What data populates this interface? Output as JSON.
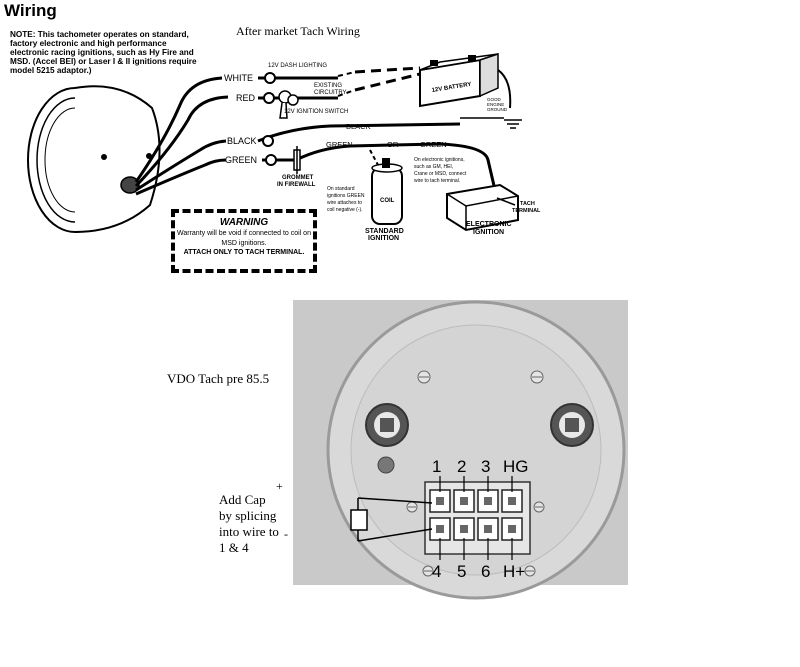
{
  "header": {
    "title": "Wiring",
    "note": "NOTE: This tachometer operates on standard, factory electronic and high performance electronic racing ignitions, such as Hy Fire and MSD. (Accel BEI) or Laser I & II ignitions require model 5215 adaptor.)"
  },
  "aftermarket": {
    "title": "After market Tach Wiring",
    "wires": {
      "white": "WHITE",
      "red": "RED",
      "black": "BLACK",
      "green": "GREEN",
      "black_ground": "BLACK",
      "green_to_coil": "GREEN",
      "green_to_ecu": "GREEN",
      "or": "OR"
    },
    "labels": {
      "dash_lighting": "12V DASH LIGHTING",
      "existing_circuitry_1": "EXISTING",
      "existing_circuitry_2": "CIRCUITRY",
      "ignition_switch": "12V IGNITION SWITCH",
      "battery": "12V BATTERY",
      "good_engine_ground_1": "GOOD",
      "good_engine_ground_2": "ENGINE",
      "good_engine_ground_3": "GROUND",
      "grommet_1": "GROMMET",
      "grommet_2": "IN FIREWALL",
      "coil": "COIL",
      "standard_ignition_1": "STANDARD",
      "standard_ignition_2": "IGNITION",
      "standard_note_1": "On standard",
      "standard_note_2": "ignitions GREEN",
      "standard_note_3": "wire attaches to",
      "standard_note_4": "coil negative (-).",
      "electronic_note_1": "On electronic ignitions,",
      "electronic_note_2": "such as GM, HEI,",
      "electronic_note_3": "Crane or MSD, connect",
      "electronic_note_4": "wire to tach terminal.",
      "tach_terminal_1": "TACH",
      "tach_terminal_2": "TERMINAL",
      "electronic_ignition_1": "ELECTRONIC",
      "electronic_ignition_2": "IGNITION"
    },
    "warning": {
      "title": "WARNING",
      "text": "Warranty will be void if connected to coil on MSD ignitions.",
      "attach": "ATTACH ONLY TO TACH TERMINAL."
    }
  },
  "vdo": {
    "title": "VDO Tach pre 85.5",
    "terminals_top": [
      "1",
      "2",
      "3",
      "HG"
    ],
    "terminals_bottom": [
      "4",
      "5",
      "6",
      "H+"
    ],
    "plus": "+",
    "minus": "-",
    "add_cap": "Add Cap\nby splicing\ninto wire to\n1 & 4"
  },
  "colors": {
    "photo_bg": "#c9c9c9",
    "gauge_face": "#d6d6d6",
    "line": "#000000"
  }
}
